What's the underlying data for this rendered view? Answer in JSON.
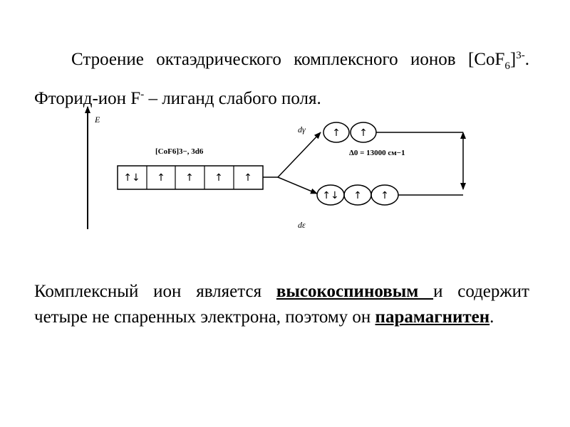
{
  "title": {
    "part1": "Строение октаэдрического комплексного ионов [CoF",
    "sub": "6",
    "part2": "]",
    "sup1": "3-",
    "part3": ". Фторид-ион F",
    "sup2": "-",
    "part4": " – лиганд слабого поля."
  },
  "diagram": {
    "energy_axis_label": "E",
    "ion_label": "[CoF6]3−, 3d6",
    "free_ion_orbitals": [
      "↑↓",
      "↑",
      "↑",
      "↑",
      "↑"
    ],
    "upper_level_label": "dγ",
    "upper_orbitals": [
      "↑",
      "↑"
    ],
    "lower_level_label": "dε",
    "lower_orbitals": [
      "↑↓",
      "↑",
      "↑"
    ],
    "splitting_label": "Δ0 = 13000 см−1"
  },
  "body": {
    "text1": "Комплексный ион является ",
    "bold1": "высокоспиновым ",
    "text2": "и содержит четыре не спаренных электрона, поэтому он ",
    "bold2": "парамагнитен",
    "text3": "."
  }
}
